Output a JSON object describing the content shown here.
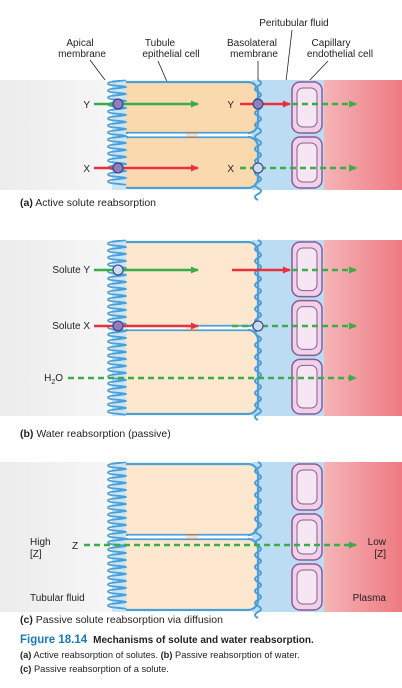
{
  "top_labels": {
    "peritubular_fluid": "Peritubular fluid",
    "apical_1": "Apical",
    "apical_2": "membrane",
    "tubule_1": "Tubule",
    "tubule_2": "epithelial cell",
    "basolateral_1": "Basolateral",
    "basolateral_2": "membrane",
    "capillary_1": "Capillary",
    "capillary_2": "endothelial cell"
  },
  "panel_a": {
    "label_a": "(a)",
    "title": "Active solute reabsorption",
    "solute_y_left": "Y",
    "solute_y_mid": "Y",
    "solute_x_left": "X",
    "solute_x_mid": "X"
  },
  "panel_b": {
    "label_b": "(b)",
    "title": "Water reabsorption (passive)",
    "solute_y": "Solute Y",
    "solute_x": "Solute X",
    "water_h": "H",
    "water_sub": "2",
    "water_o": "O"
  },
  "panel_c": {
    "label_c": "(c)",
    "title": "Passive solute reabsorption via diffusion",
    "high": "High",
    "high_z": "[Z]",
    "z": "Z",
    "low": "Low",
    "low_z": "[Z]",
    "tubular_fluid": "Tubular fluid",
    "plasma": "Plasma"
  },
  "figure": {
    "number": "Figure 18.14",
    "title": "Mechanisms of solute and water reabsorption.",
    "line1_a": "(a)",
    "line1_a_text": " Active reabsorption of solutes. ",
    "line1_b": "(b)",
    "line1_b_text": " Passive reabsorption of water.",
    "line2_c": "(c)",
    "line2_c_text": " Passive reabsorption of a solute."
  },
  "colors": {
    "tubular_lumen": "#eeeeee",
    "epithelial_cell": "#fbd9ae",
    "epithelial_cell_pale": "#fde8cf",
    "membrane_blue": "#4a9fd6",
    "membrane_fill": "#c9e5f6",
    "interstitial": "#bcdcf3",
    "endothelial_fill": "#efd2ea",
    "endothelial_stroke": "#8d5a91",
    "plasma_red": "#f08a8f",
    "arrow_green": "#3aac48",
    "arrow_red": "#e8313f",
    "transporter_purple": "#8b7fc0",
    "junction_brown": "#b07a4a",
    "figure_blue": "#1a7ab8"
  }
}
